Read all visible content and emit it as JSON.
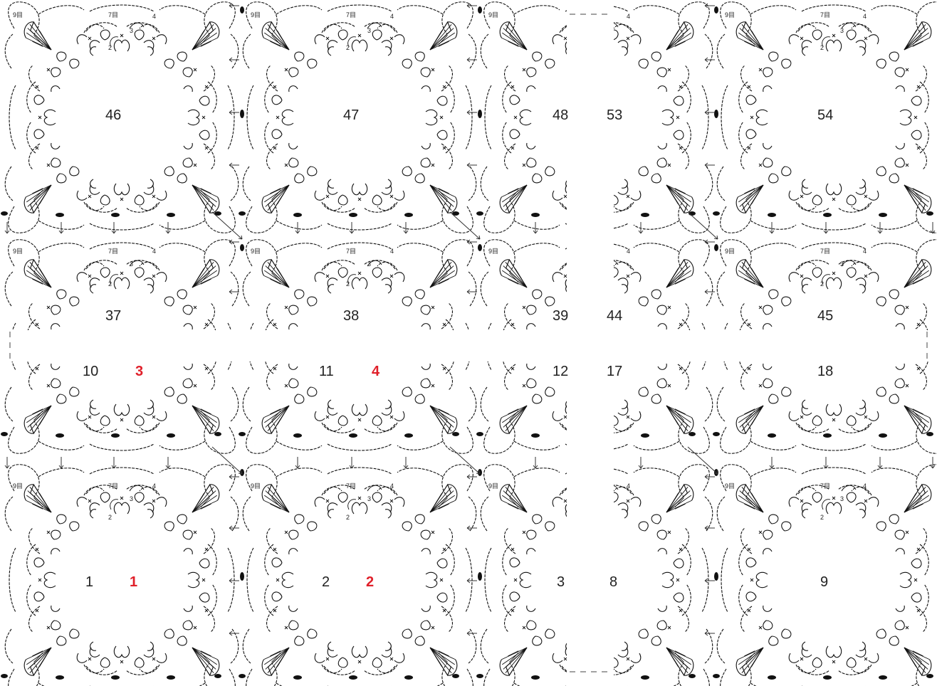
{
  "motifs": [
    {
      "id": "m46",
      "number": "46"
    },
    {
      "id": "m47",
      "number": "47"
    },
    {
      "id": "m48",
      "number": "48"
    },
    {
      "id": "m53",
      "number": "53"
    },
    {
      "id": "m54",
      "number": "54"
    },
    {
      "id": "m37",
      "number": "37"
    },
    {
      "id": "m38",
      "number": "38"
    },
    {
      "id": "m39",
      "number": "39"
    },
    {
      "id": "m44",
      "number": "44"
    },
    {
      "id": "m45",
      "number": "45"
    },
    {
      "id": "m10",
      "number": "10"
    },
    {
      "id": "m11",
      "number": "11"
    },
    {
      "id": "m12",
      "number": "12"
    },
    {
      "id": "m17",
      "number": "17"
    },
    {
      "id": "m18",
      "number": "18"
    },
    {
      "id": "m1",
      "number": "1"
    },
    {
      "id": "m2",
      "number": "2"
    },
    {
      "id": "m3",
      "number": "3"
    },
    {
      "id": "m8",
      "number": "8"
    },
    {
      "id": "m9",
      "number": "9"
    }
  ],
  "join_order_labels": [
    "1",
    "2",
    "3",
    "4"
  ],
  "round_labels": {
    "round9": "9目",
    "round7": "7目",
    "r2": "2",
    "r3": "3",
    "r4": "4"
  },
  "colors": {
    "join_order": "#e0202a",
    "line": "#111111"
  }
}
